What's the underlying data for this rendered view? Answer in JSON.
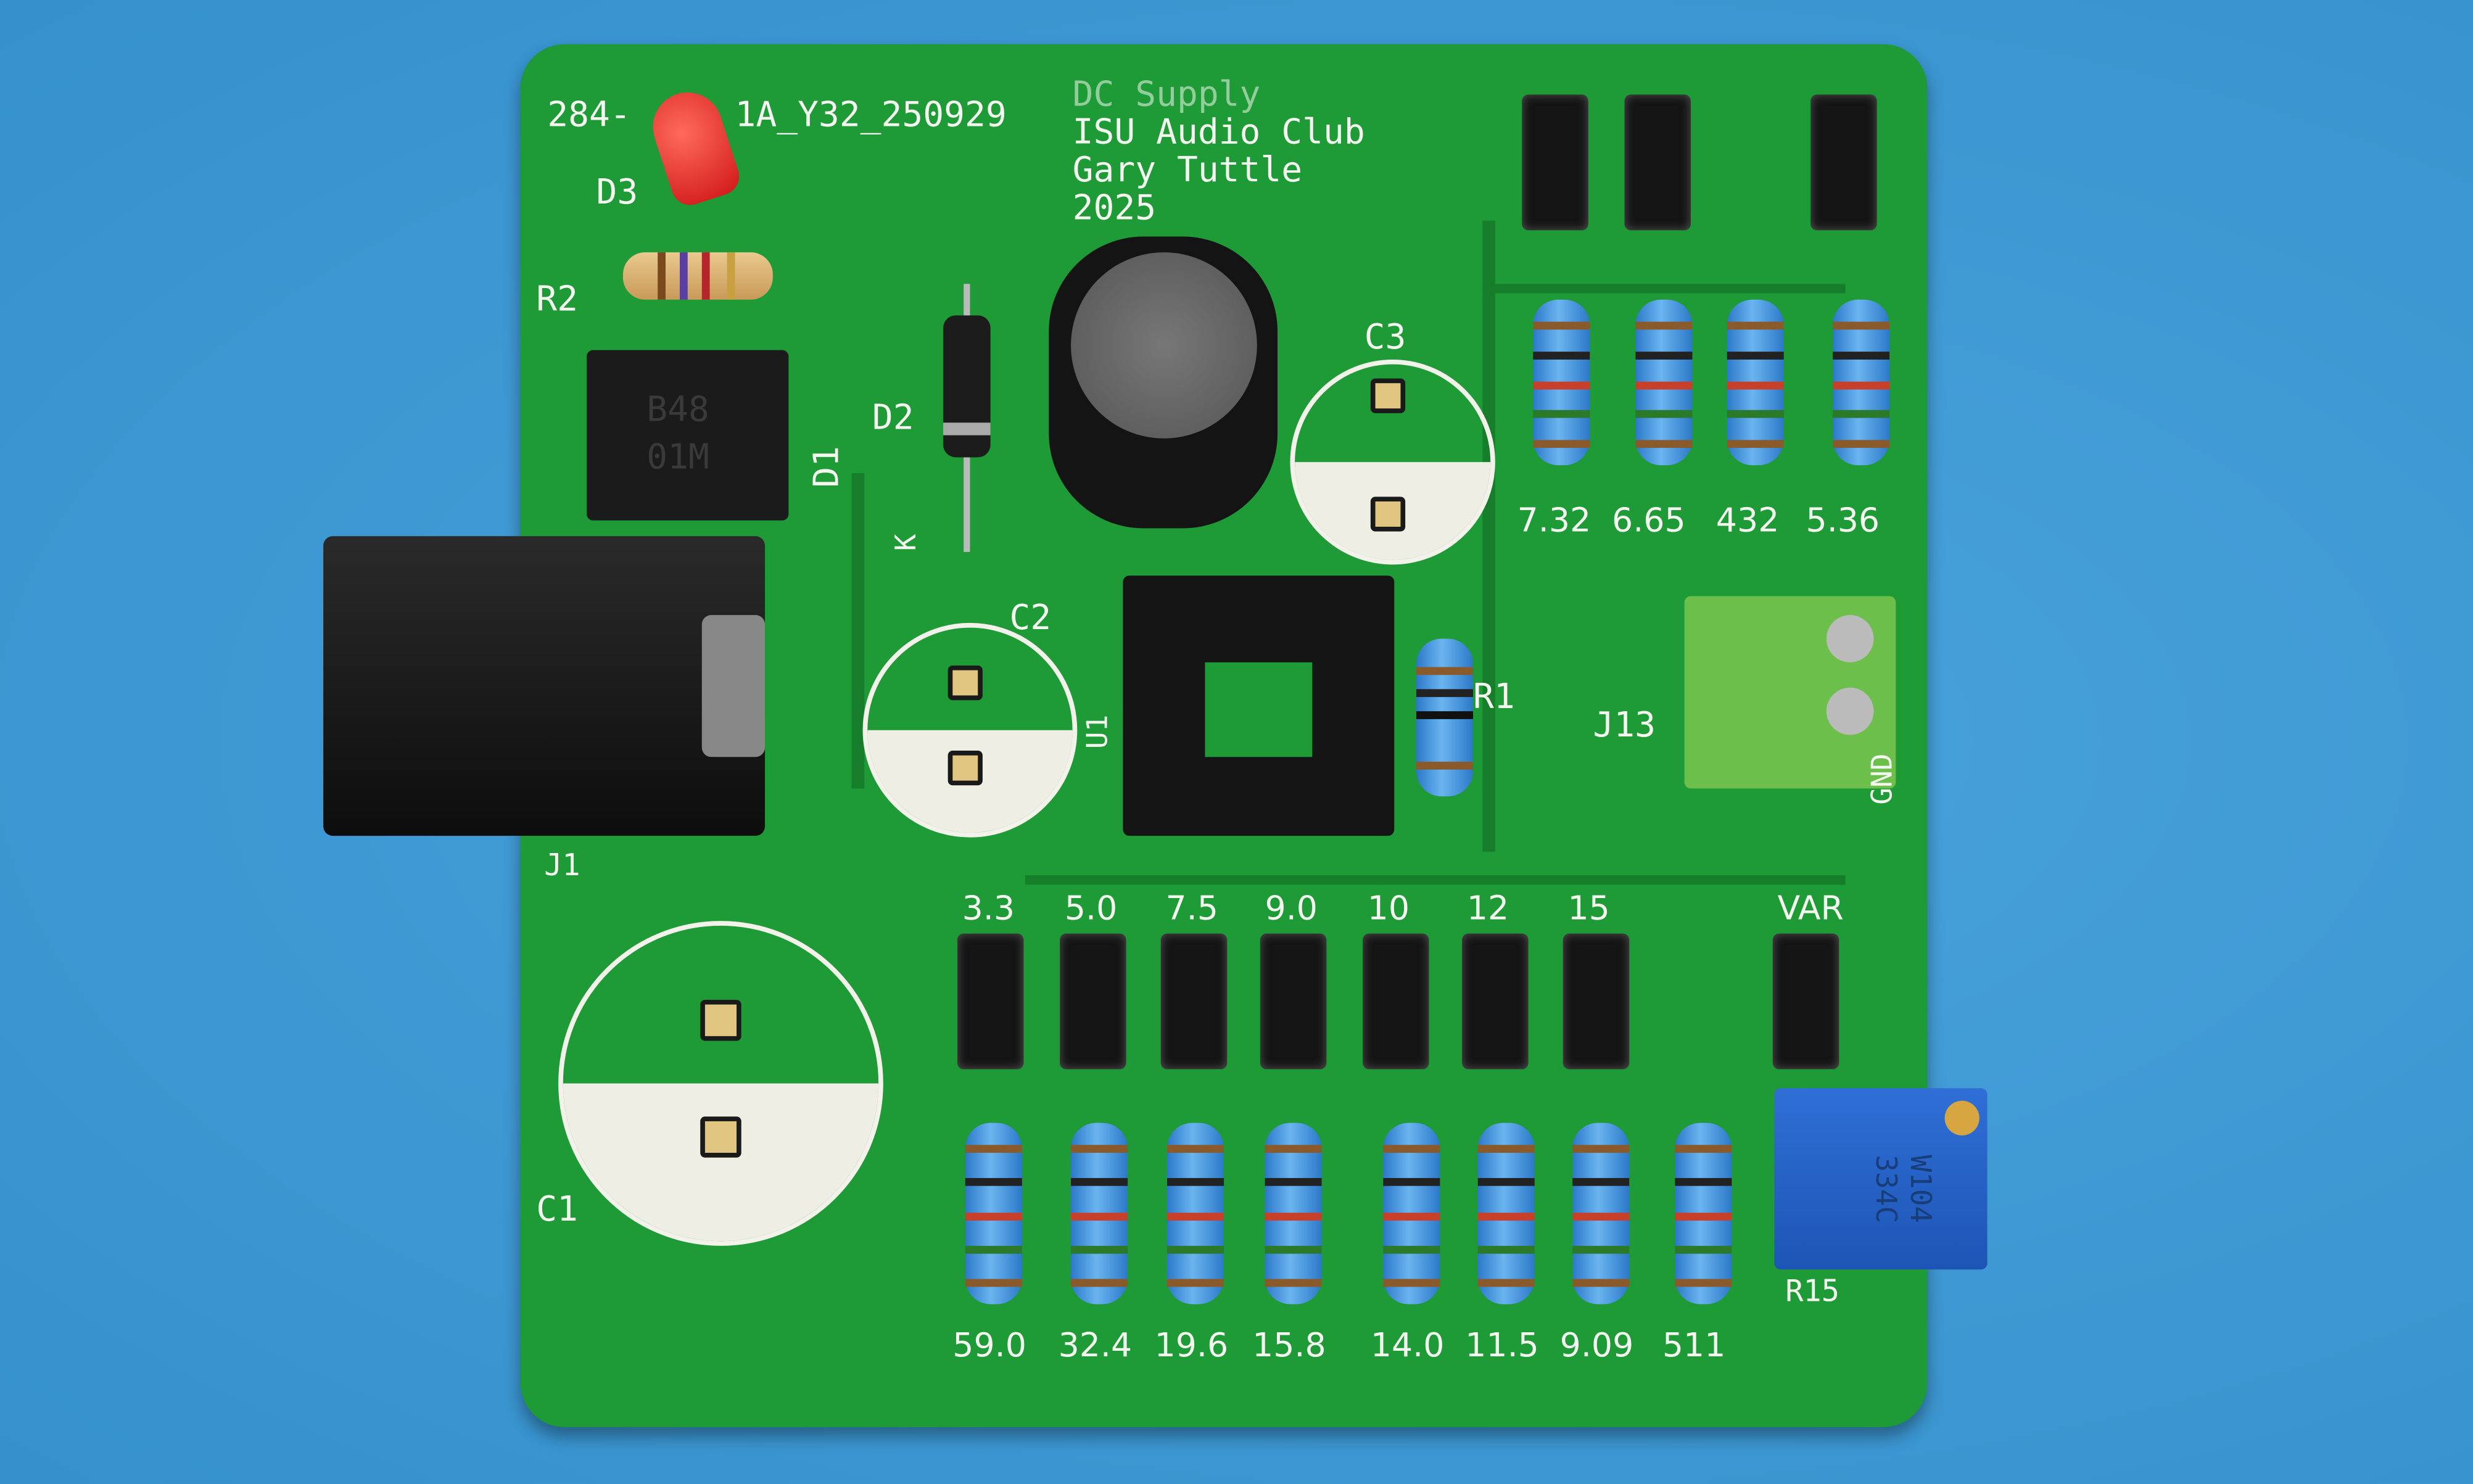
{
  "board": {
    "part_id": "284-",
    "part_id_2": "1A_Y32_250929",
    "title_lines": [
      "DC Supply",
      "ISU Audio Club",
      "Gary Tuttle",
      "2025"
    ]
  },
  "refs": {
    "d3": "D3",
    "r2": "R2",
    "d1": "D1",
    "d2": "D2",
    "k": "K",
    "c3": "C3",
    "c2": "C2",
    "u1": "U1",
    "r1": "R1",
    "j1": "J1",
    "c1": "C1",
    "j13": "J13",
    "gnd": "GND",
    "r15": "R15"
  },
  "bridge_marking": [
    "B48",
    "01M"
  ],
  "trimpot_marking": [
    "W104",
    "334C"
  ],
  "top_resistors": [
    "7.32",
    "6.65",
    "432",
    "5.36"
  ],
  "jumper_labels": [
    "3.3",
    "5.0",
    "7.5",
    "9.0",
    "10",
    "12",
    "15",
    "VAR"
  ],
  "bottom_resistors": [
    "59.0",
    "32.4",
    "19.6",
    "15.8",
    "14.0",
    "11.5",
    "9.09",
    "511"
  ],
  "colors": {
    "board": "#1e9a36",
    "background": "#3f9ad4",
    "silkscreen": "#f4f7f0"
  }
}
